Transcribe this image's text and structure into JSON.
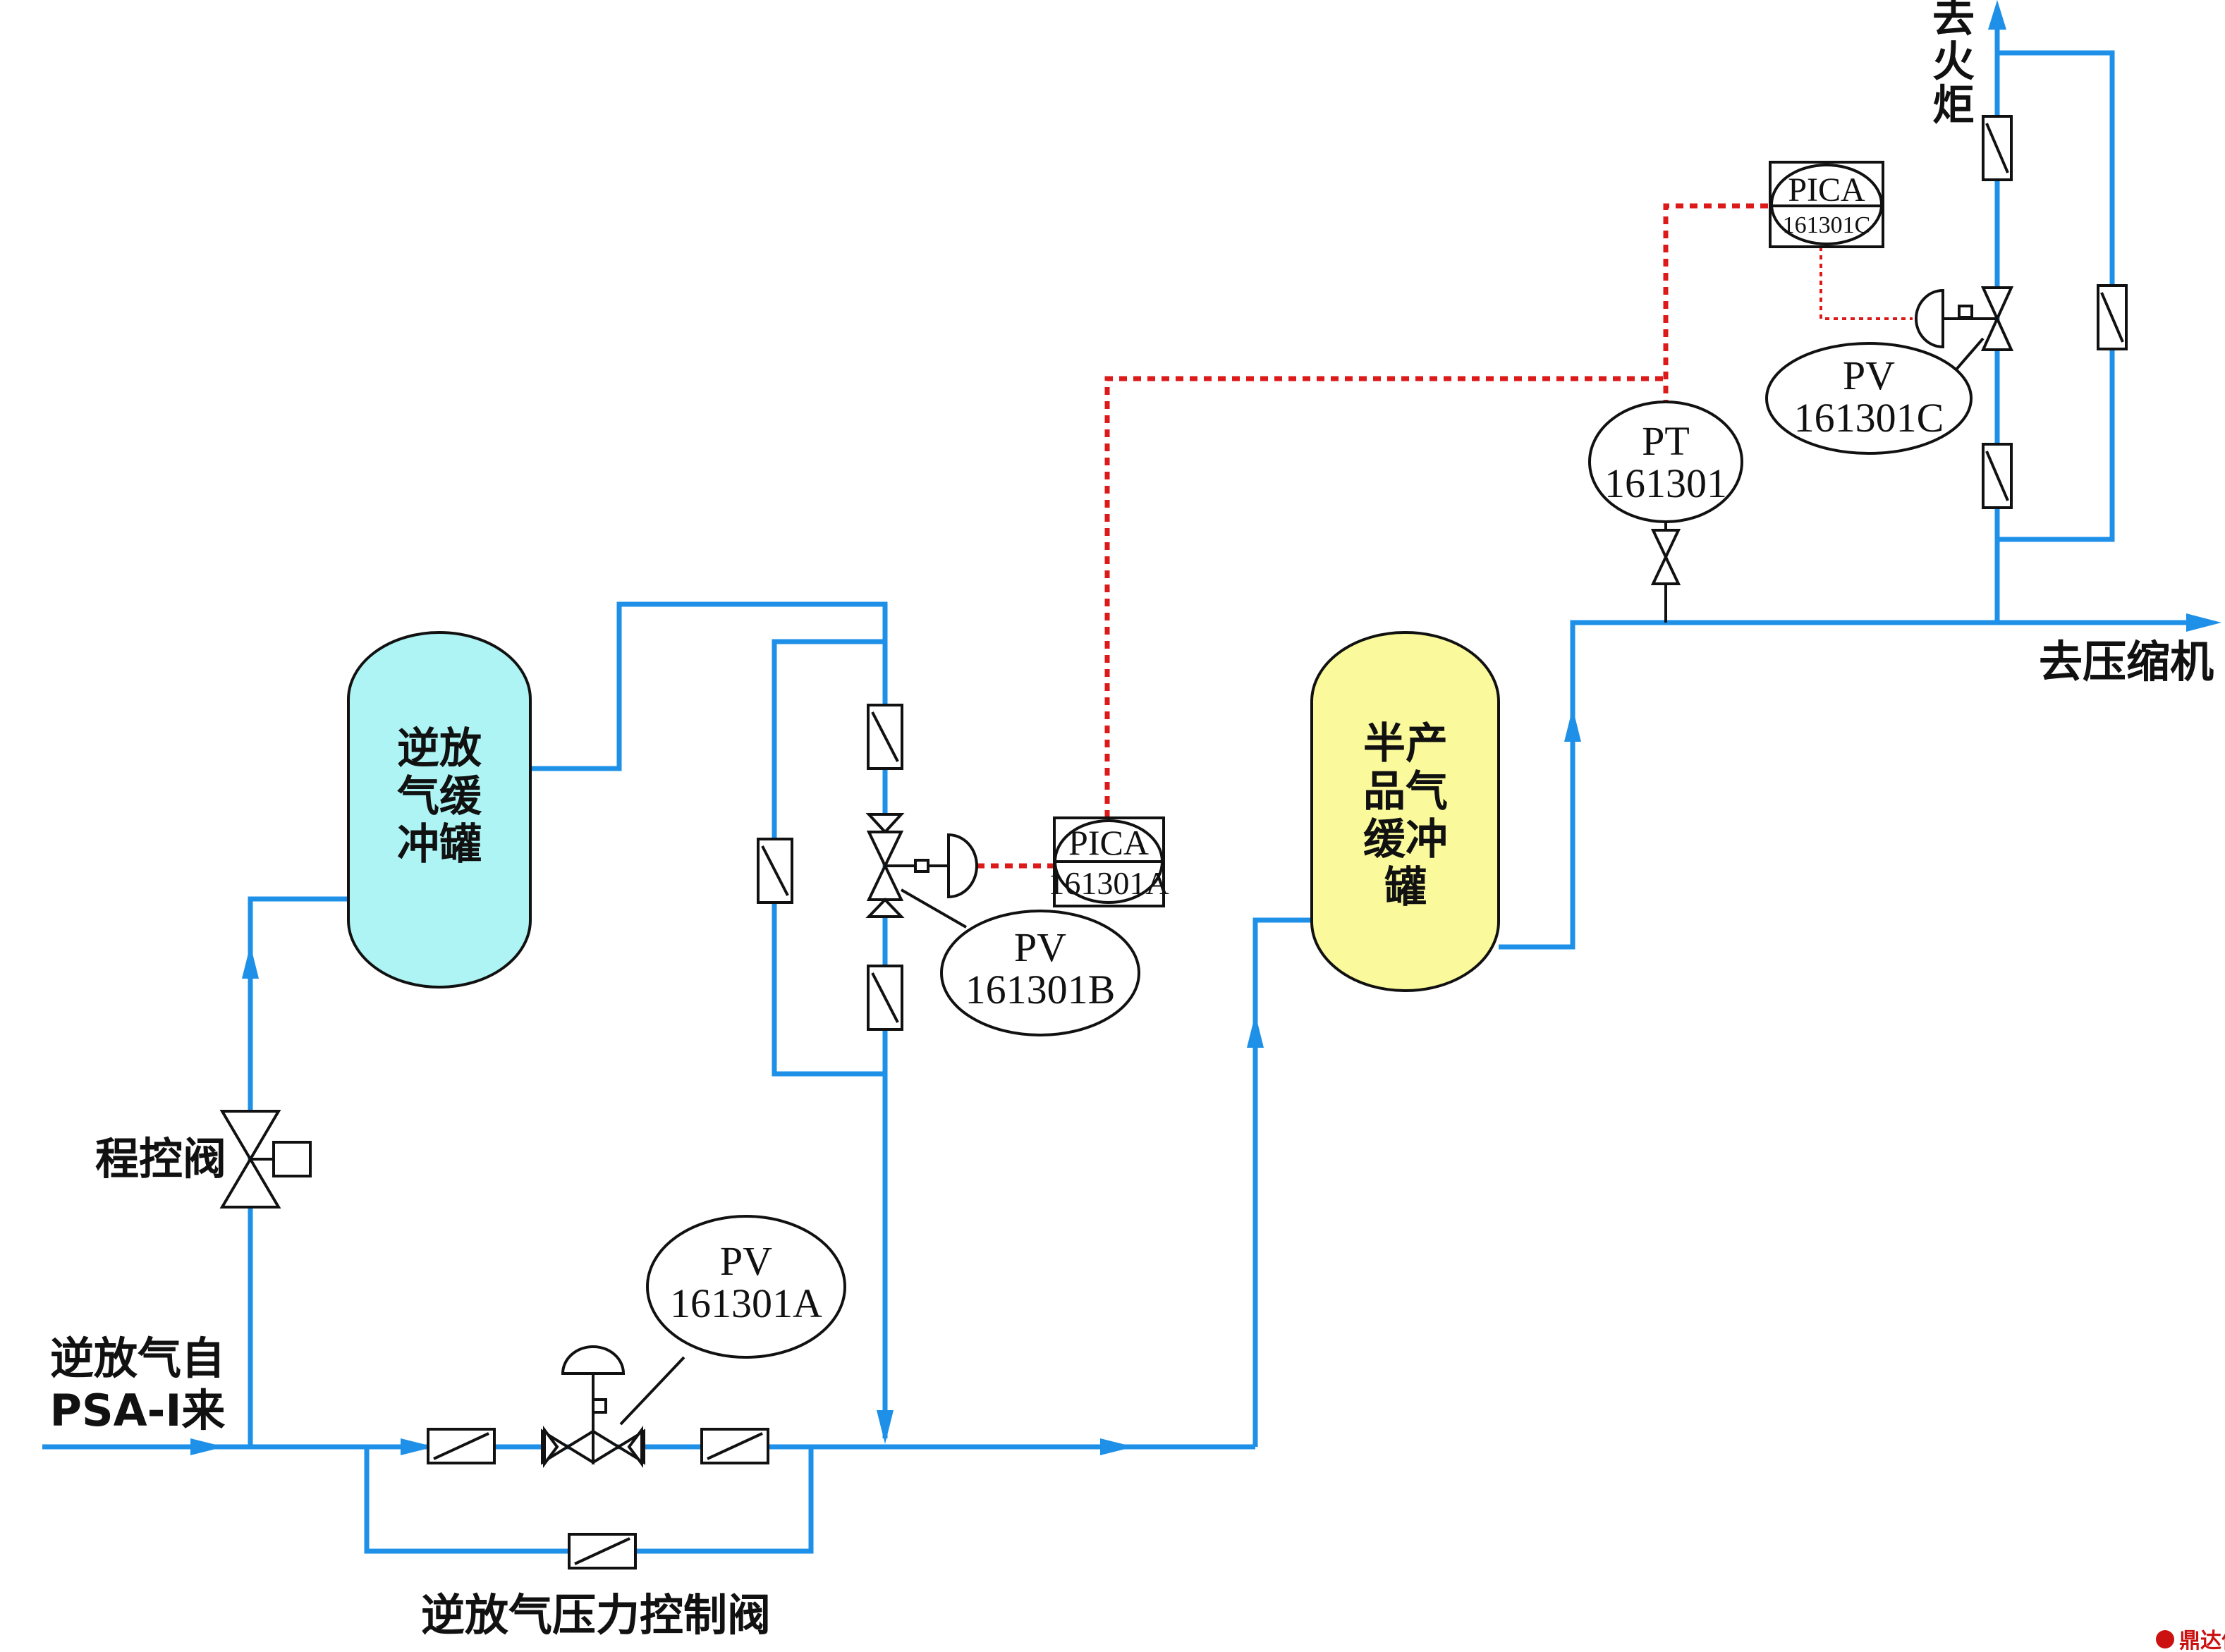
{
  "labels": {
    "inlet_line1": "逆放气自",
    "inlet_line2": "PSA-I来",
    "program_valve": "程控阀",
    "pressure_control_valve": "逆放气压力控制阀",
    "to_compressor": "去压缩机",
    "to_flare_1": "去",
    "to_flare_2": "火",
    "to_flare_3": "炬"
  },
  "vessels": {
    "buffer_tank": {
      "line1": "逆放",
      "line2": "气缓",
      "line3": "冲罐",
      "fill": "#aef4f4"
    },
    "semi_product_tank": {
      "line1": "半产",
      "line2": "品气",
      "line3": "缓冲",
      "line4": "罐",
      "fill": "#fafa9c"
    }
  },
  "instruments": {
    "pv_a": {
      "line1": "PV",
      "line2": "161301A"
    },
    "pv_b": {
      "line1": "PV",
      "line2": "161301B"
    },
    "pv_c": {
      "line1": "PV",
      "line2": "161301C"
    },
    "pt": {
      "line1": "PT",
      "line2": "161301"
    },
    "pica_a": {
      "line1": "PICA",
      "line2": "161301A"
    },
    "pica_c": {
      "line1": "PICA",
      "line2": "161301C"
    }
  },
  "watermark": {
    "text": "鼎达信"
  },
  "colors": {
    "pipe": "#1e90e8",
    "signal": "#dd1a1a",
    "outline": "#111111"
  }
}
